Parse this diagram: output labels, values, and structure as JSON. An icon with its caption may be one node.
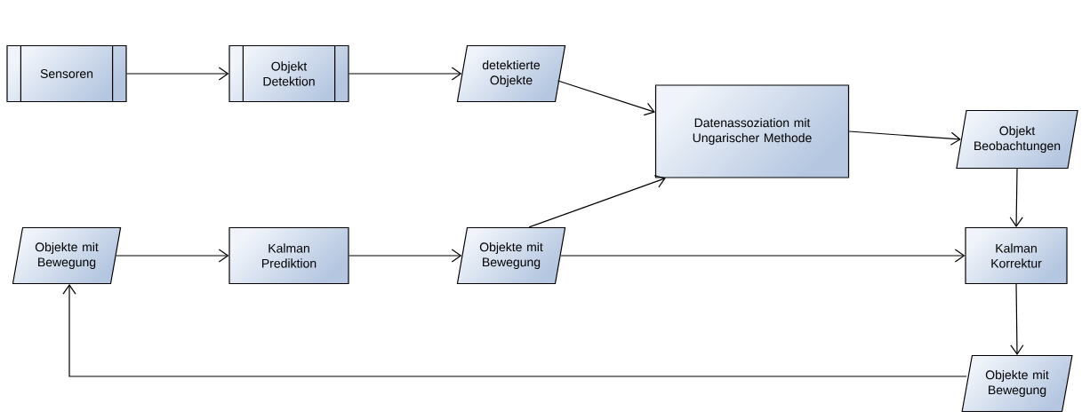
{
  "diagram": {
    "nodes": [
      {
        "text": [
          "Sensoren"
        ]
      },
      {
        "text": [
          "Objekt Detektion"
        ]
      },
      {
        "text": [
          "detektierte Objekte"
        ]
      },
      {
        "text": [
          "Datenassoziation mit Ungarischer Methode"
        ]
      },
      {
        "text": [
          "Objekt Beobachtungen"
        ]
      },
      {
        "text": [
          "Objekte mit Bewegung"
        ]
      },
      {
        "text": [
          "Kalman Prediktion"
        ]
      },
      {
        "text": [
          "Objekte mit Bewegung"
        ]
      },
      {
        "text": [
          "Kalman Korrektur"
        ]
      },
      {
        "text": [
          "Objekte mit Bewegung"
        ]
      }
    ],
    "edges": [
      {
        "from": 0,
        "to": 1,
        "arrow": "to"
      },
      {
        "from": 1,
        "to": 2,
        "arrow": "to"
      },
      {
        "from": 2,
        "to": 3,
        "arrow": "to"
      },
      {
        "from": 7,
        "to": 3,
        "arrow": "to"
      },
      {
        "from": 3,
        "to": 4,
        "arrow": "to"
      },
      {
        "from": 4,
        "to": 8,
        "arrow": "to"
      },
      {
        "from": 5,
        "to": 6,
        "arrow": "to"
      },
      {
        "from": 6,
        "to": 7,
        "arrow": "to"
      },
      {
        "from": 7,
        "to": 8,
        "arrow": "to"
      },
      {
        "from": 8,
        "to": 9,
        "arrow": "to"
      },
      {
        "from": 9,
        "to": 5,
        "arrow": "to"
      }
    ]
  }
}
